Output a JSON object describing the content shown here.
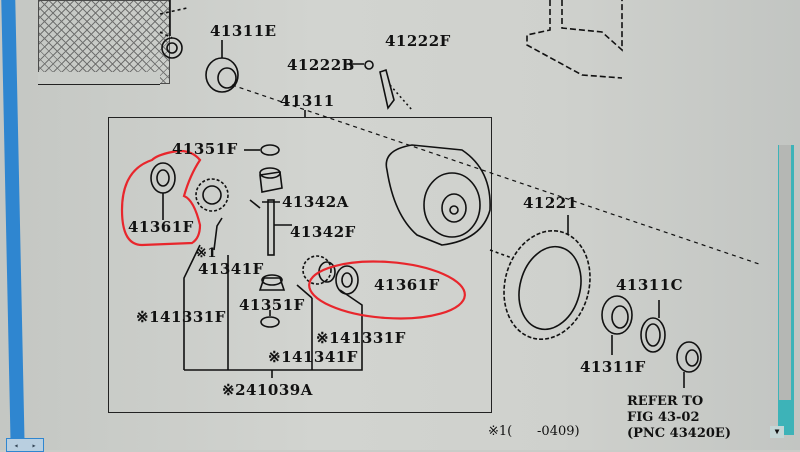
{
  "diagram": {
    "type": "parts-catalog-exploded-view",
    "subject": "differential assembly",
    "labels": {
      "l41311E": "41311E",
      "l41222F": "41222F",
      "l41222B": "41222B",
      "l41311": "41311",
      "l41351F_top": "41351F",
      "l41361F_left": "41361F",
      "l41342A": "41342A",
      "l41342F": "41342F",
      "l41341F_mark": "※1",
      "l41341F": "41341F",
      "l41361F_right": "41361F",
      "l41351F_bottom": "41351F",
      "l41331F_left": "※141331F",
      "l41331F_right": "※141331F",
      "l41341F_bottom": "※141341F",
      "l241039A": "※241039A",
      "l41221": "41221",
      "l41311C": "41311C",
      "l41311F": "41311F"
    },
    "refer_note": {
      "line1": "REFER TO",
      "line2": "FIG 43-02",
      "line3": "(PNC 43420E)"
    },
    "footnote": "※1(      -0409)",
    "highlights": [
      {
        "part": "41361F",
        "position": "left",
        "color": "#e8262c"
      },
      {
        "part": "41361F",
        "position": "right",
        "color": "#e8262c"
      }
    ]
  },
  "window": {
    "left_rail_color": "#2f86d0",
    "scrollbar_color": "#3db3b8",
    "scroll_down_glyph": "▼",
    "rail_buttons": [
      "◂",
      "▸"
    ]
  }
}
